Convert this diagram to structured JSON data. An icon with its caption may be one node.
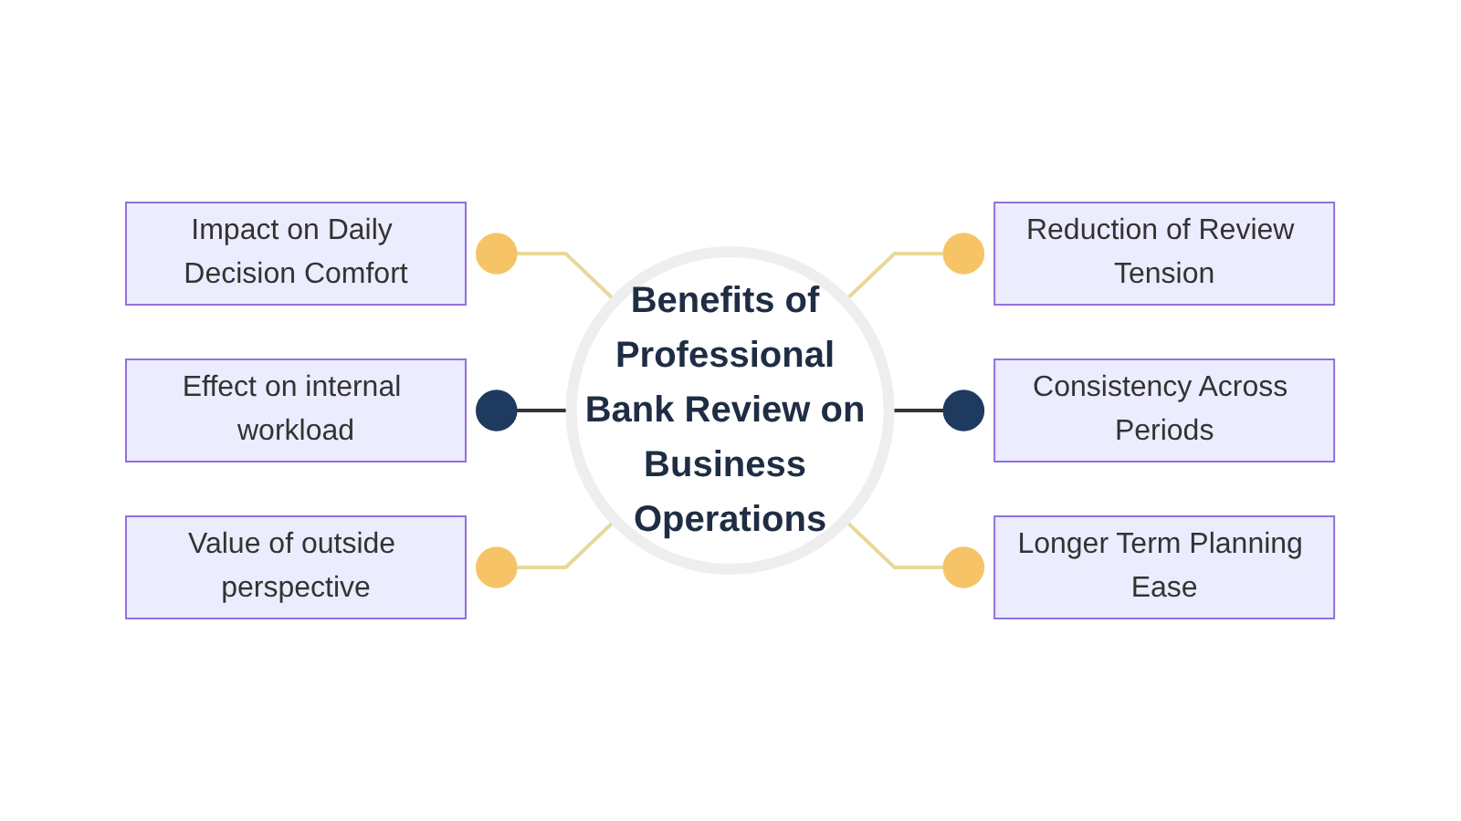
{
  "diagram": {
    "nodes": [
      {
        "text": [
          "Benefits of Professional Bank Review on Business Operations"
        ]
      },
      {
        "text": [],
        "shape": "circle",
        "beside": [
          "Impact on Daily Decision Comfort"
        ]
      },
      {
        "text": [],
        "shape": "circle",
        "beside": [
          "Effect on internal workload"
        ]
      },
      {
        "text": [],
        "shape": "circle",
        "beside": [
          "Value of outside perspective"
        ]
      },
      {
        "text": [],
        "shape": "circle",
        "beside": [
          "Reduction of Review Tension"
        ]
      },
      {
        "text": [],
        "shape": "circle",
        "beside": [
          "Consistency Across Periods"
        ]
      },
      {
        "text": [],
        "shape": "circle",
        "beside": [
          "Longer Term Planning Ease"
        ]
      }
    ],
    "edges": [
      {
        "from": 0,
        "to": 1,
        "arrow": "none"
      },
      {
        "from": 0,
        "to": 2,
        "arrow": "none",
        "color": "#333333"
      },
      {
        "from": 0,
        "to": 3,
        "arrow": "none"
      },
      {
        "from": 0,
        "to": 4,
        "arrow": "none"
      },
      {
        "from": 0,
        "to": 5,
        "arrow": "none",
        "color": "#333333"
      },
      {
        "from": 0,
        "to": 6,
        "arrow": "none"
      }
    ]
  }
}
